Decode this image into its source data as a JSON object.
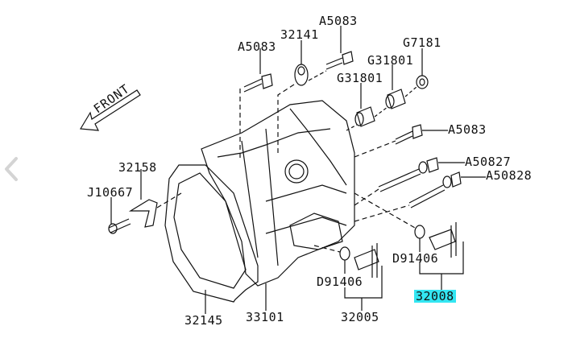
{
  "diagram": {
    "direction_label": "FRONT",
    "parts": [
      {
        "id": "a5083-left",
        "label": "A5083"
      },
      {
        "id": "32141",
        "label": "32141"
      },
      {
        "id": "a5083-top",
        "label": "A5083"
      },
      {
        "id": "g7181",
        "label": "G7181"
      },
      {
        "id": "g31801-a",
        "label": "G31801"
      },
      {
        "id": "g31801-b",
        "label": "G31801"
      },
      {
        "id": "a5083-right",
        "label": "A5083"
      },
      {
        "id": "a50827",
        "label": "A50827"
      },
      {
        "id": "a50828",
        "label": "A50828"
      },
      {
        "id": "32158",
        "label": "32158"
      },
      {
        "id": "j10667",
        "label": "J10667"
      },
      {
        "id": "d91406-right",
        "label": "D91406"
      },
      {
        "id": "32008",
        "label": "32008",
        "highlighted": true
      },
      {
        "id": "d91406-lower",
        "label": "D91406"
      },
      {
        "id": "32145",
        "label": "32145"
      },
      {
        "id": "33101",
        "label": "33101"
      },
      {
        "id": "32005",
        "label": "32005"
      }
    ],
    "highlight_color": "#33e6f2"
  }
}
